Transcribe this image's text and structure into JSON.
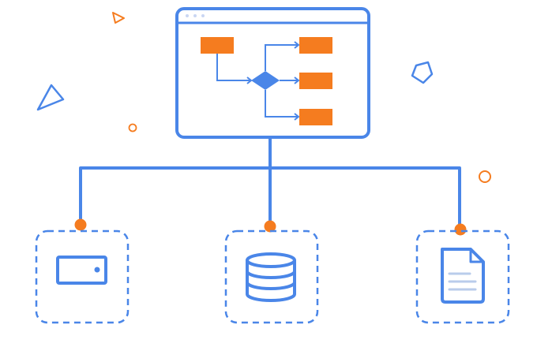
{
  "colors": {
    "primary_blue": "#4A86E8",
    "accent_orange": "#F57C1F",
    "doc_lines": "#B9CCEB",
    "dots": "#C9D6F2",
    "background": "#FFFFFF"
  },
  "icons": {
    "flowchart_window": "flowchart-window-icon",
    "server": "server-icon",
    "database": "database-icon",
    "document": "document-icon",
    "decorations": [
      "triangle-outline-icon",
      "pentagon-outline-icon",
      "circle-outline-icon"
    ]
  },
  "diagram": {
    "source": "flowchart-window",
    "targets": [
      "server",
      "database",
      "document"
    ]
  }
}
